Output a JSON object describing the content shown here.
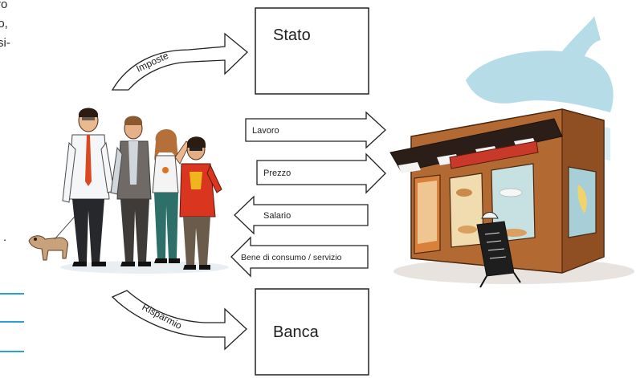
{
  "boxes": {
    "state": "Stato",
    "bank": "Banca"
  },
  "curved_arrows": {
    "taxes": "Imposte",
    "savings": "Risparmio"
  },
  "flow_arrows": {
    "labor": "Lavoro",
    "price": "Prezzo",
    "wage": "Salario",
    "goods": "Bene di consumo / servizio"
  },
  "cut_text": {
    "line1": "ro",
    "line2": "io,",
    "line3": "si-",
    "dot": "."
  },
  "accent_line_color": "#2aa0d8"
}
